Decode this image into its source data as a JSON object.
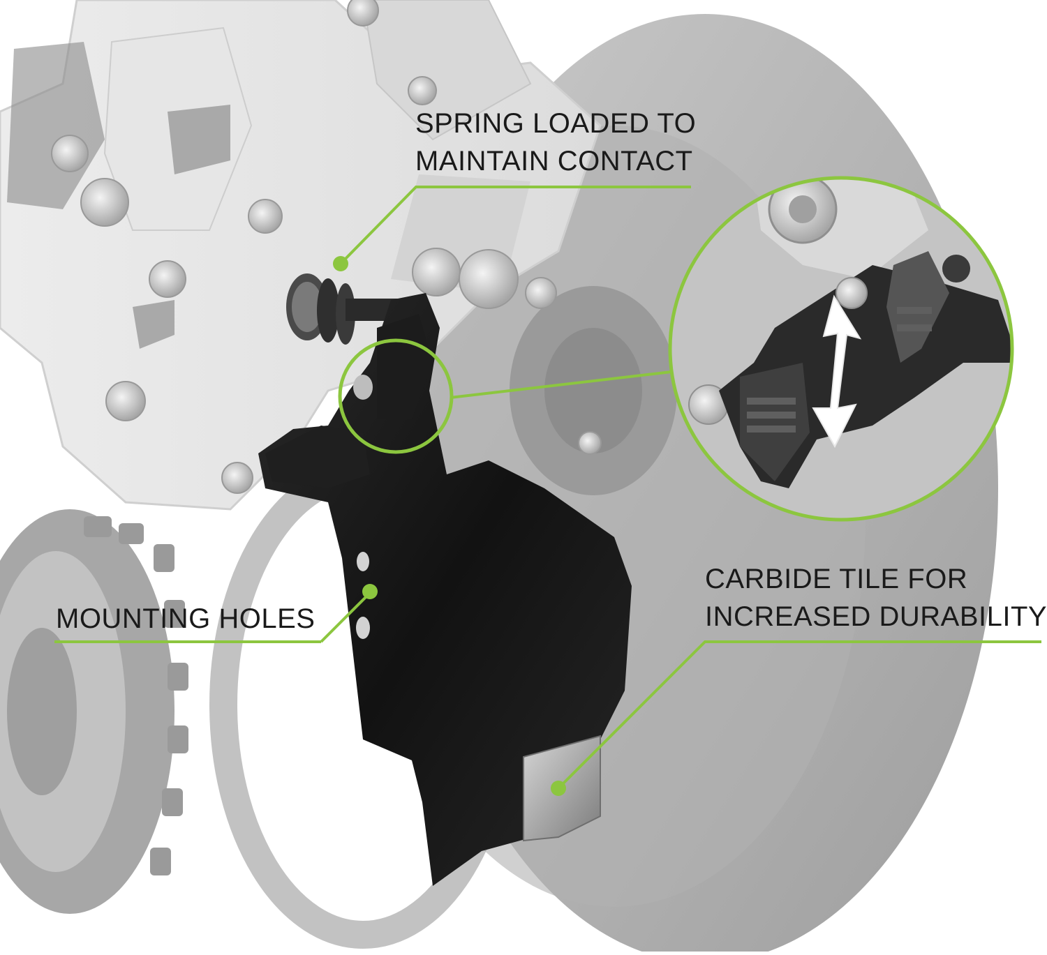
{
  "callouts": {
    "spring": {
      "line1": "SPRING LOADED TO",
      "line2": "MAINTAIN CONTACT"
    },
    "mounting": {
      "line1": "MOUNTING HOLES"
    },
    "carbide": {
      "line1": "CARBIDE TILE FOR",
      "line2": "INCREASED DURABILITY"
    }
  },
  "colors": {
    "accent_green": "#8cc63f",
    "label_text": "#1a1a1a",
    "background": "#ffffff",
    "product_black": "#161616",
    "machine_grey": "#b9b9b9"
  },
  "icons": {
    "zoom_arrow": "double-headed-vertical-arrow-icon"
  }
}
